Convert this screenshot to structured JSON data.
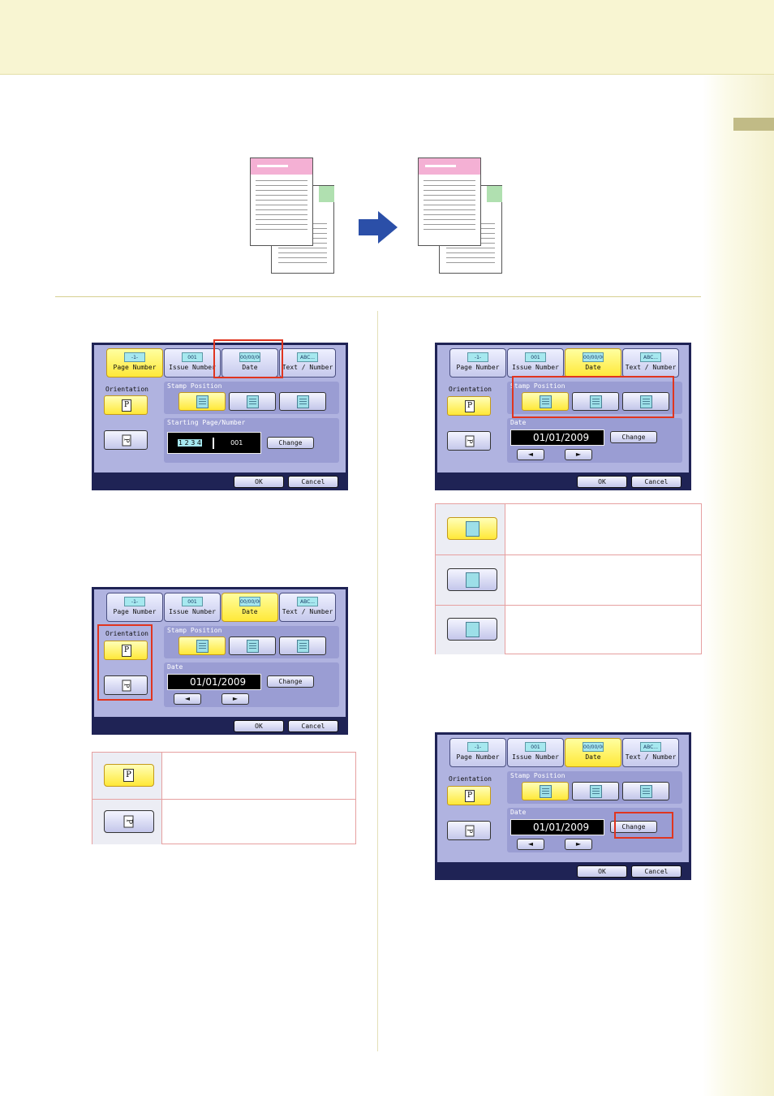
{
  "tabs": [
    {
      "icon": "-1-",
      "label": "Page Number"
    },
    {
      "icon": "001",
      "label": "Issue Number"
    },
    {
      "icon": "00/00/00",
      "label": "Date"
    },
    {
      "icon": "ABC...",
      "label": "Text / Number"
    }
  ],
  "orientation_label": "Orientation",
  "orientation_portrait_glyph": "P",
  "stamp_position_label": "Stamp Position",
  "starting_label": "Starting Page/Number",
  "starting_value": "001",
  "starting_pages": "1 2 3 4",
  "date_label": "Date",
  "date_value": "01/01/2009",
  "change_label": "Change",
  "ok_label": "OK",
  "cancel_label": "Cancel",
  "left_arrow": "◄",
  "right_arrow": "►",
  "colors": {
    "selected": "#ffe838",
    "highlight": "#e0351f",
    "panel_body": "#b0b3e0",
    "panel_frame": "#1f2355"
  }
}
